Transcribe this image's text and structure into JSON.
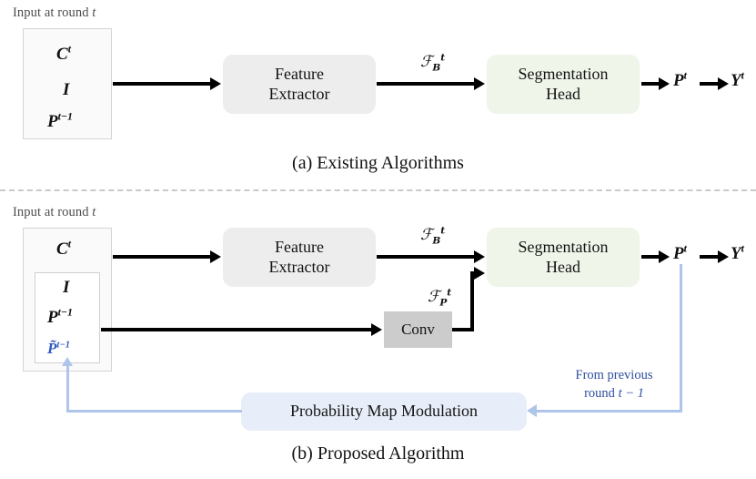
{
  "figure": {
    "panels": [
      {
        "id": "panel-a",
        "caption": "(a) Existing Algorithms",
        "input_caption_text": "Input at round ",
        "input_caption_var": "t",
        "input_items": [
          {
            "base": "C",
            "sup": "t"
          },
          {
            "base": "I",
            "sup": ""
          },
          {
            "base": "P",
            "sup": "t−1"
          }
        ],
        "blocks": [
          {
            "name": "feature-extractor",
            "line1": "Feature",
            "line2": "Extractor",
            "color": "#ededed"
          },
          {
            "name": "segmentation-head",
            "line1": "Segmentation",
            "line2": "Head",
            "color": "#eff5e9"
          }
        ],
        "edge_labels": [
          {
            "name": "backbone-feature",
            "base": "ℱ",
            "sub": "B",
            "sup": "t"
          }
        ],
        "outputs": [
          {
            "base": "P",
            "sup": "t"
          },
          {
            "base": "Y",
            "sup": "t"
          }
        ]
      },
      {
        "id": "panel-b",
        "caption": "(b) Proposed Algorithm",
        "input_caption_text": "Input at round ",
        "input_caption_var": "t",
        "input_items": [
          {
            "base": "C",
            "sup": "t"
          },
          {
            "base": "I",
            "sup": ""
          },
          {
            "base": "P",
            "sup": "t−1"
          },
          {
            "base": "P̃",
            "sup": "t−1",
            "color": "#2f5bbf"
          }
        ],
        "blocks": [
          {
            "name": "feature-extractor",
            "line1": "Feature",
            "line2": "Extractor",
            "color": "#ededed"
          },
          {
            "name": "segmentation-head",
            "line1": "Segmentation",
            "line2": "Head",
            "color": "#eff5e9"
          },
          {
            "name": "conv",
            "line1": "Conv",
            "line2": "",
            "color": "#cccccc"
          },
          {
            "name": "probability-map-modulation",
            "line1": "Probability Map Modulation",
            "line2": "",
            "color": "#e8eef9"
          }
        ],
        "edge_labels": [
          {
            "name": "backbone-feature",
            "base": "ℱ",
            "sub": "B",
            "sup": "t"
          },
          {
            "name": "probability-feature",
            "base": "ℱ",
            "sub": "P",
            "sup": "t"
          }
        ],
        "outputs": [
          {
            "base": "P",
            "sup": "t"
          },
          {
            "base": "Y",
            "sup": "t"
          }
        ],
        "feedback_note_line1": "From previous",
        "feedback_note_line2_pre": "round ",
        "feedback_note_line2_var": "t − 1"
      }
    ],
    "colors": {
      "gray_block": "#ededed",
      "green_block": "#eff5e9",
      "conv_block": "#cccccc",
      "blue_block": "#e8eef9",
      "blue_arrow": "#aec4e8",
      "blue_text": "#2f4f9e",
      "divider": "#c9c9c9",
      "arrow_black": "#000000"
    }
  }
}
